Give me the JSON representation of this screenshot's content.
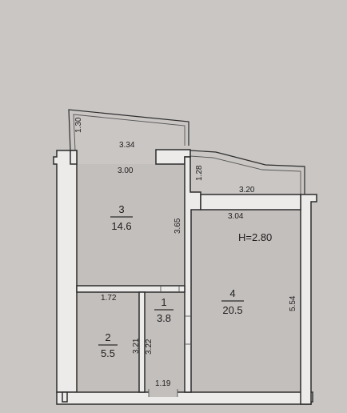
{
  "plan": {
    "ceiling_height": "H=2.80",
    "rooms": [
      {
        "number": "3",
        "area": "14.6"
      },
      {
        "number": "2",
        "area": "5.5"
      },
      {
        "number": "1",
        "area": "3.8"
      },
      {
        "number": "4",
        "area": "20.5"
      }
    ],
    "dimensions": {
      "balcony_depth": "1.30",
      "balcony_width": "3.34",
      "room3_width": "3.00",
      "room3_length": "3.65",
      "niche": "1.28",
      "balcony2_width": "3.20",
      "room4_width": "3.04",
      "room4_length": "5.54",
      "room2_width": "1.72",
      "room2_length": "3.21",
      "room1_length": "3.22",
      "room1_width": "1.19"
    }
  },
  "colors": {
    "background": "#c9c6c4",
    "wall_fill": "#ecebea",
    "line": "#2c2c2c"
  }
}
